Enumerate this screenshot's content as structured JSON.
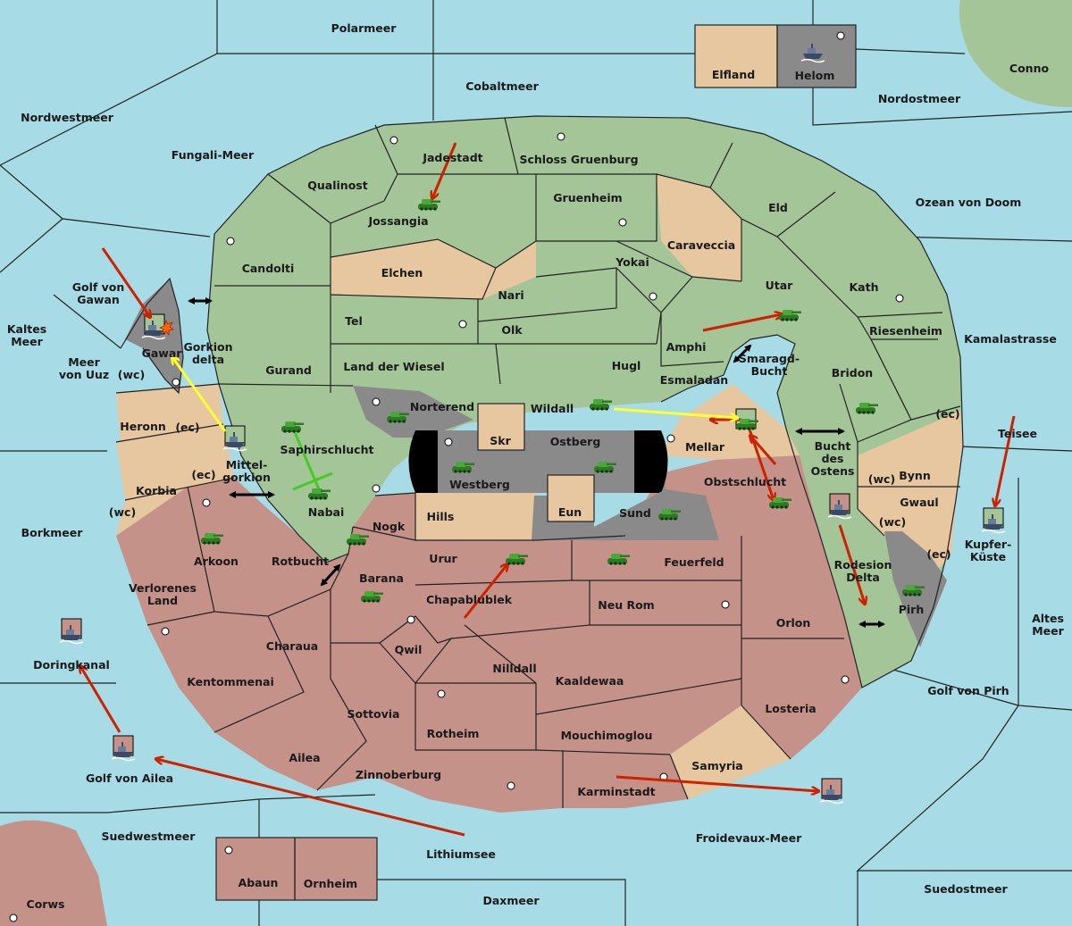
{
  "board": {
    "provinces": [
      {
        "name": "Polarmeer"
      },
      {
        "name": "Cobaltmeer"
      },
      {
        "name": "Elfland"
      },
      {
        "name": "Helom"
      },
      {
        "name": "Conno"
      },
      {
        "name": "Nordostmeer"
      },
      {
        "name": "Nordwestmeer"
      },
      {
        "name": "Fungali-Meer"
      },
      {
        "name": "Ozean von Doom"
      },
      {
        "name": "Kamalastrasse"
      },
      {
        "name": "Golf von\nGawan"
      },
      {
        "name": "Kaltes\nMeer"
      },
      {
        "name": "Meer\nvon Uuz"
      },
      {
        "name": "Borkmeer"
      },
      {
        "name": "Altes\nMeer"
      },
      {
        "name": "Teisee"
      },
      {
        "name": "Kupfer-\nKüste"
      },
      {
        "name": "Golf von Pirh"
      },
      {
        "name": "Doringkanal"
      },
      {
        "name": "Golf von Ailea"
      },
      {
        "name": "Suedwestmeer"
      },
      {
        "name": "Lithiumsee"
      },
      {
        "name": "Froidevaux-Meer"
      },
      {
        "name": "Suedostmeer"
      },
      {
        "name": "Daxmeer"
      },
      {
        "name": "Corws"
      },
      {
        "name": "Abaun"
      },
      {
        "name": "Ornheim"
      },
      {
        "name": "Jadestadt"
      },
      {
        "name": "Schloss Gruenburg"
      },
      {
        "name": "Qualinost"
      },
      {
        "name": "Jossangia"
      },
      {
        "name": "Gruenheim"
      },
      {
        "name": "Eld"
      },
      {
        "name": "Caraveccia"
      },
      {
        "name": "Candolti"
      },
      {
        "name": "Elchen"
      },
      {
        "name": "Yokai"
      },
      {
        "name": "Nari"
      },
      {
        "name": "Utar"
      },
      {
        "name": "Kath"
      },
      {
        "name": "Tel"
      },
      {
        "name": "Olk"
      },
      {
        "name": "Amphi"
      },
      {
        "name": "Riesenheim"
      },
      {
        "name": "Gurand"
      },
      {
        "name": "Land der Wiesel"
      },
      {
        "name": "Hugl"
      },
      {
        "name": "Smaragd-\nBucht"
      },
      {
        "name": "Bridon"
      },
      {
        "name": "Esmaladan"
      },
      {
        "name": "Gorkion\ndelta"
      },
      {
        "name": "Gawar"
      },
      {
        "name": "(wc)"
      },
      {
        "name": "Norterend"
      },
      {
        "name": "Wildall"
      },
      {
        "name": "Heronn"
      },
      {
        "name": "(ec)"
      },
      {
        "name": "Saphirschlucht"
      },
      {
        "name": "Skr"
      },
      {
        "name": "Ostberg"
      },
      {
        "name": "Mellar"
      },
      {
        "name": "Bucht\ndes\nOstens"
      },
      {
        "name": "(ec)"
      },
      {
        "name": "Bynn"
      },
      {
        "name": "Mittel-\ngorkion"
      },
      {
        "name": "Westberg"
      },
      {
        "name": "Obstschlucht"
      },
      {
        "name": "(wc)"
      },
      {
        "name": "(ec)"
      },
      {
        "name": "Korbia"
      },
      {
        "name": "Nabai"
      },
      {
        "name": "Gwaul"
      },
      {
        "name": "(wc)"
      },
      {
        "name": "Hills"
      },
      {
        "name": "Eun"
      },
      {
        "name": "Sund"
      },
      {
        "name": "(wc)"
      },
      {
        "name": "Nogk"
      },
      {
        "name": "(ec)"
      },
      {
        "name": "Arkoon"
      },
      {
        "name": "Rotbucht"
      },
      {
        "name": "Urur"
      },
      {
        "name": "Feuerfeld"
      },
      {
        "name": "Rodesion\nDelta"
      },
      {
        "name": "Barana"
      },
      {
        "name": "Verlorenes\nLand"
      },
      {
        "name": "Chapablublek"
      },
      {
        "name": "Neu Rom"
      },
      {
        "name": "Pirh"
      },
      {
        "name": "Orlon"
      },
      {
        "name": "Charaua"
      },
      {
        "name": "Qwil"
      },
      {
        "name": "Nilldall"
      },
      {
        "name": "Kaaldewaa"
      },
      {
        "name": "Kentommenai"
      },
      {
        "name": "Sottovia"
      },
      {
        "name": "Losteria"
      },
      {
        "name": "Rotheim"
      },
      {
        "name": "Mouchimoglou"
      },
      {
        "name": "Ailea"
      },
      {
        "name": "Samyria"
      },
      {
        "name": "Zinnoberburg"
      },
      {
        "name": "Karminstadt"
      }
    ]
  },
  "colors": {
    "sea": "#a7dbe6",
    "green_power": "#a3c598",
    "neutral_land": "#e6c7a0",
    "red_power": "#c5928a",
    "impassable": "#8a8a8a",
    "move_order": "#cc2200",
    "support_order": "#ffff33",
    "convoy_order": "#44cc22",
    "adjacency_arrow": "#000000"
  },
  "units": [
    {
      "type": "tank-icon",
      "power": "green"
    },
    {
      "type": "tank-icon",
      "power": "green"
    },
    {
      "type": "tank-icon",
      "power": "green"
    },
    {
      "type": "tank-icon",
      "power": "green"
    },
    {
      "type": "tank-icon",
      "power": "green"
    },
    {
      "type": "tank-icon",
      "power": "green"
    },
    {
      "type": "tank-icon",
      "power": "green"
    },
    {
      "type": "tank-icon",
      "power": "green"
    },
    {
      "type": "tank-icon",
      "power": "green"
    },
    {
      "type": "tank-icon",
      "power": "green"
    },
    {
      "type": "tank-icon",
      "power": "green"
    },
    {
      "type": "tank-icon",
      "power": "green"
    },
    {
      "type": "tank-icon",
      "power": "green"
    },
    {
      "type": "tank-icon",
      "power": "green"
    },
    {
      "type": "tank-icon",
      "power": "green"
    },
    {
      "type": "tank-icon",
      "power": "green"
    },
    {
      "type": "tank-icon",
      "power": "green"
    },
    {
      "type": "tank-icon",
      "power": "green"
    },
    {
      "type": "ship-icon",
      "power": "gray"
    },
    {
      "type": "ship-icon",
      "power": "green"
    },
    {
      "type": "ship-icon",
      "power": "green"
    },
    {
      "type": "ship-icon",
      "power": "green"
    },
    {
      "type": "ship-icon",
      "power": "red"
    },
    {
      "type": "ship-icon",
      "power": "red"
    },
    {
      "type": "ship-icon",
      "power": "red"
    },
    {
      "type": "ship-icon",
      "power": "red"
    }
  ]
}
